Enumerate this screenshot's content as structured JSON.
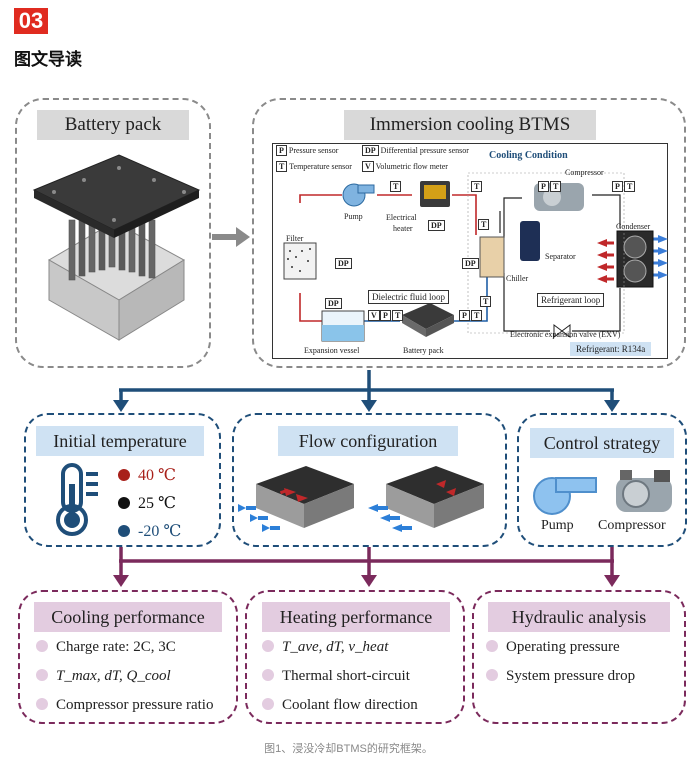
{
  "header": {
    "badge": "03",
    "subtitle": "图文导读"
  },
  "battery_pack": {
    "title": "Battery pack"
  },
  "btms": {
    "title": "Immersion cooling BTMS",
    "legend": {
      "p_key": "P",
      "p_label": "Pressure sensor",
      "dp_key": "DP",
      "dp_label": "Differential pressure sensor",
      "t_key": "T",
      "t_label": "Temperature sensor",
      "v_key": "V",
      "v_label": "Volumetric flow meter"
    },
    "cooling_condition": "Cooling Condition",
    "components": {
      "pump": "Pump",
      "electrical_heater_1": "Electrical",
      "electrical_heater_2": "heater",
      "filter": "Filter",
      "compressor": "Compressor",
      "condenser": "Condenser",
      "separator": "Separator",
      "chiller": "Chiller",
      "refrigerant_loop": "Refrigerant loop",
      "dielectric_loop": "Dielectric fluid loop",
      "expansion_vessel": "Expansion vessel",
      "battery_pack": "Battery pack",
      "exv": "Electronic expansion valve (EXV)",
      "refrigerant": "Refrigerant: R134a"
    },
    "sensor_tags": {
      "p": "P",
      "t": "T",
      "dp": "DP",
      "v": "V"
    }
  },
  "initial_temperature": {
    "title": "Initial temperature",
    "items": [
      {
        "label": "40 ℃",
        "color": "#a8201a"
      },
      {
        "label": "25 ℃",
        "color": "#111111"
      },
      {
        "label": "-20 ℃",
        "color": "#1f4e79"
      }
    ]
  },
  "flow_configuration": {
    "title": "Flow configuration"
  },
  "control_strategy": {
    "title": "Control strategy",
    "pump": "Pump",
    "compressor": "Compressor"
  },
  "cooling_performance": {
    "title": "Cooling performance",
    "items": [
      "Charge rate: 2C, 3C",
      "T_max, dT, Q_cool",
      "Compressor pressure ratio"
    ]
  },
  "heating_performance": {
    "title": "Heating performance",
    "items": [
      "T_ave, dT, v_heat",
      "Thermal short-circuit",
      "Coolant flow direction"
    ]
  },
  "hydraulic_analysis": {
    "title": "Hydraulic analysis",
    "items": [
      "Operating pressure",
      "System pressure drop"
    ]
  },
  "caption": "图1、浸没冷却BTMS的研究框架。",
  "colors": {
    "blue": "#1f4e79",
    "purple": "#7b2a5c",
    "red": "#c0282a",
    "gray": "#8a8a8a"
  }
}
